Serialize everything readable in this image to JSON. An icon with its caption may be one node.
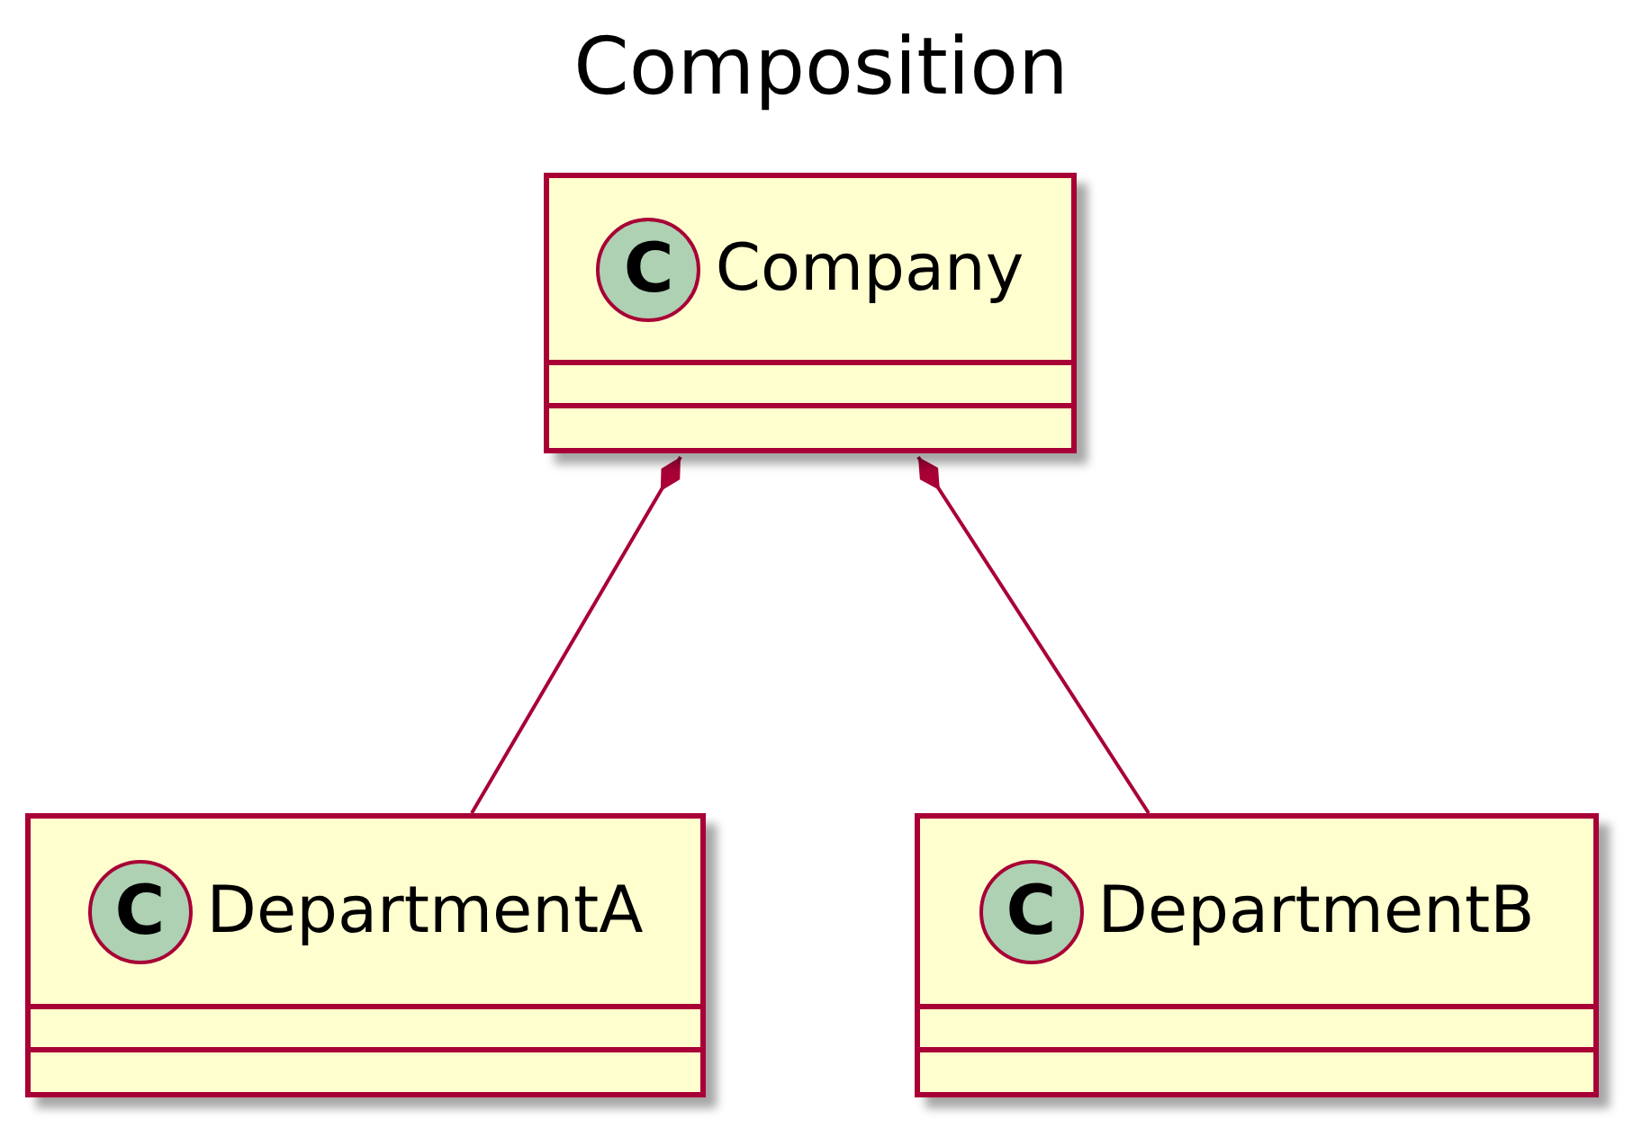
{
  "diagram": {
    "title": "Composition",
    "nodes": [
      {
        "text": [
          "C",
          "Company"
        ]
      },
      {
        "text": [
          "C",
          "DepartmentA"
        ]
      },
      {
        "text": [
          "C",
          "DepartmentB"
        ]
      }
    ],
    "edges": [
      {
        "from": 0,
        "to": 1,
        "arrow": "other"
      },
      {
        "from": 0,
        "to": 2,
        "arrow": "other"
      }
    ]
  }
}
